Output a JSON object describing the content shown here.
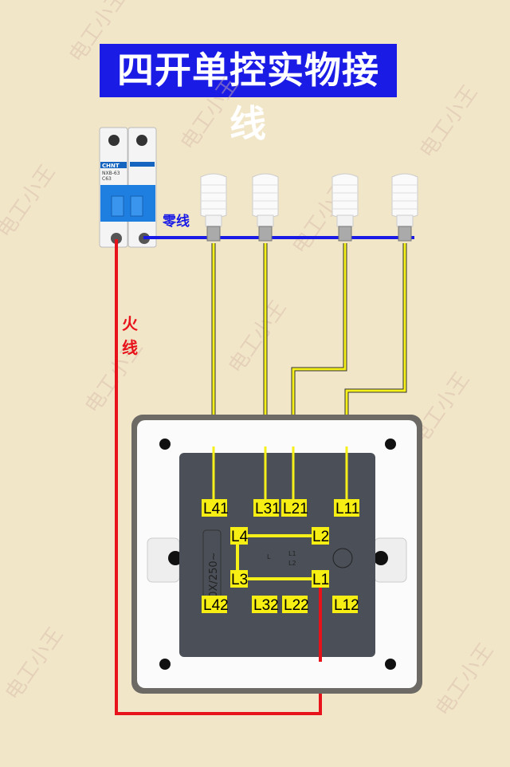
{
  "title": "四开单控实物接线",
  "watermark": "电工小王",
  "breaker": {
    "brand": "CHNT",
    "model": "NXB-63",
    "rating": "C63"
  },
  "wire_labels": {
    "neutral": "零线",
    "live_1": "火",
    "live_2": "线"
  },
  "switch": {
    "rating": "10X/250~",
    "terminals_top": [
      "L41",
      "L31",
      "L21",
      "L11"
    ],
    "terminals_mid": [
      "L4",
      "L2",
      "L3",
      "L1"
    ],
    "terminals_bottom": [
      "L42",
      "L32",
      "L22",
      "L12"
    ],
    "schematic": {
      "l": "L",
      "l1": "L1",
      "l2": "L2"
    }
  },
  "colors": {
    "title_bg": "#1b1be6",
    "neutral": "#1a1ae6",
    "live": "#e8121a",
    "control": "#f5ef1a",
    "label_bg": "#f7ef14"
  }
}
